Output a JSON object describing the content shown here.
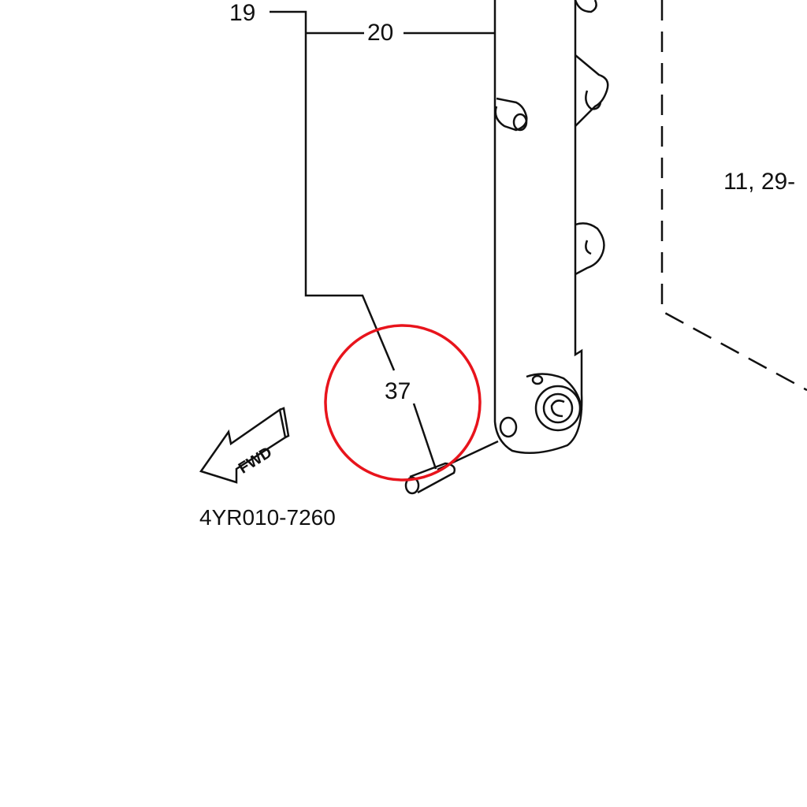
{
  "callouts": {
    "part_19": "19",
    "part_20": "20",
    "part_11_29": "11, 29-",
    "part_37": "37"
  },
  "fwd_arrow": {
    "label": "FWD"
  },
  "diagram_code": "4YR010-7260",
  "colors": {
    "highlight": "#e8141c",
    "line": "#111111"
  }
}
